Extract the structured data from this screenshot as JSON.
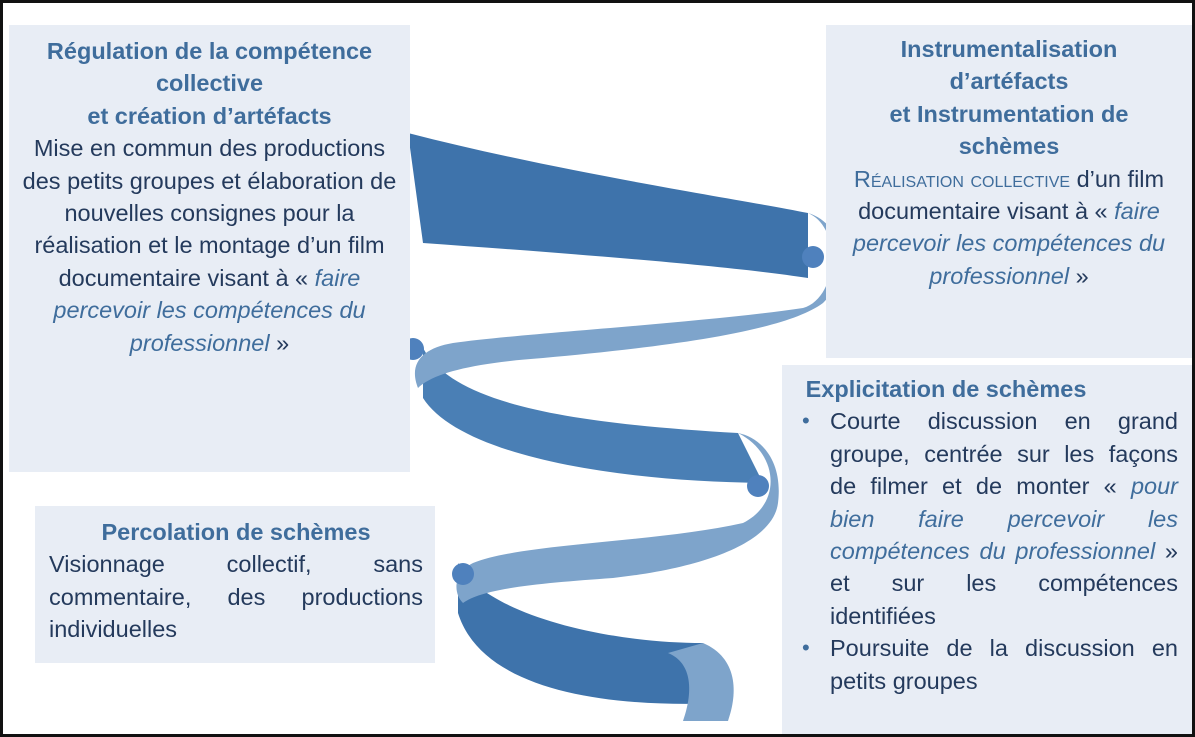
{
  "colors": {
    "ribbon_dark": "#3e73ab",
    "ribbon_light": "#7ea4cb",
    "box_background": "#e8edf5",
    "title_text": "#3f6d9c",
    "body_text": "#243a5c",
    "node_dot": "#4f81bd",
    "frame_border": "#111111"
  },
  "top_left": {
    "title_line1": "Régulation de la compétence",
    "title_line2": "collective",
    "title_line3": "et création d’artéfacts",
    "body": "Mise en commun des productions des petits groupes et élaboration de nouvelles consignes pour la réalisation et le montage d’un film documentaire visant à",
    "quote_open": "« ",
    "quote_italic": "faire percevoir les compétences du professionnel",
    "quote_close": " »"
  },
  "top_right": {
    "title_line1": "Instrumentalisation",
    "title_line2": "d’artéfacts",
    "title_line3": "et Instrumentation de",
    "title_line4": "schèmes",
    "smallcaps": "Réalisation collective",
    "body": " d’un film documentaire visant à",
    "quote_open": "« ",
    "quote_italic": "faire percevoir les compétences du professionnel",
    "quote_close": " »"
  },
  "bottom_left": {
    "title": "Percolation de schèmes",
    "body": "Visionnage collectif, sans commentaire, des productions individuelles"
  },
  "bottom_right": {
    "title": "Explicitation de schèmes",
    "bullet1_part1": "Courte discussion en grand groupe, centrée sur les façons de filmer et de monter « ",
    "bullet1_italic": "pour bien faire percevoir les compétences du professionnel",
    "bullet1_part2": " » et sur les compétences identifiées",
    "bullet2": "Poursuite de la discussion en petits groupes"
  }
}
